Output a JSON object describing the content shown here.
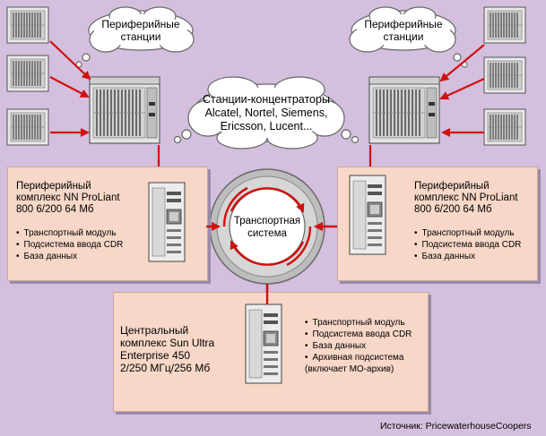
{
  "clouds": {
    "left_title": "Периферийные\nстанции",
    "right_title": "Периферийные\nстанции",
    "center_title": "Станции-концентраторы\nAlcatel, Nortel, Siemens,\nEricsson, Lucent..."
  },
  "transport": {
    "label": "Транспортная\nсистема"
  },
  "left_panel": {
    "title": "Периферийный\nкомплекс NN ProLiant\n800 6/200 64 Мб",
    "items": [
      "Транспортный модуль",
      "Подсистема ввода CDR",
      "База данных"
    ]
  },
  "right_panel": {
    "title": "Периферийный\nкомплекс NN ProLiant\n800 6/200 64 Мб",
    "items": [
      "Транспортный модуль",
      "Подсистема ввода CDR",
      "База данных"
    ]
  },
  "center_panel": {
    "title": "Центральный\nкомплекс Sun Ultra\nEnterprise 450\n2/250 МГц/256 Мб",
    "items": [
      "Транспортный модуль",
      "Подсистема ввода CDR",
      "База данных",
      "Архивная подсистема\n(включает МО-архив)"
    ]
  },
  "source": "Источник: PricewaterhouseCoopers",
  "colors": {
    "background": "#d4bfde",
    "panel": "#f7d7c7",
    "arrow": "#d01010",
    "ring": "#c8c8c8"
  }
}
